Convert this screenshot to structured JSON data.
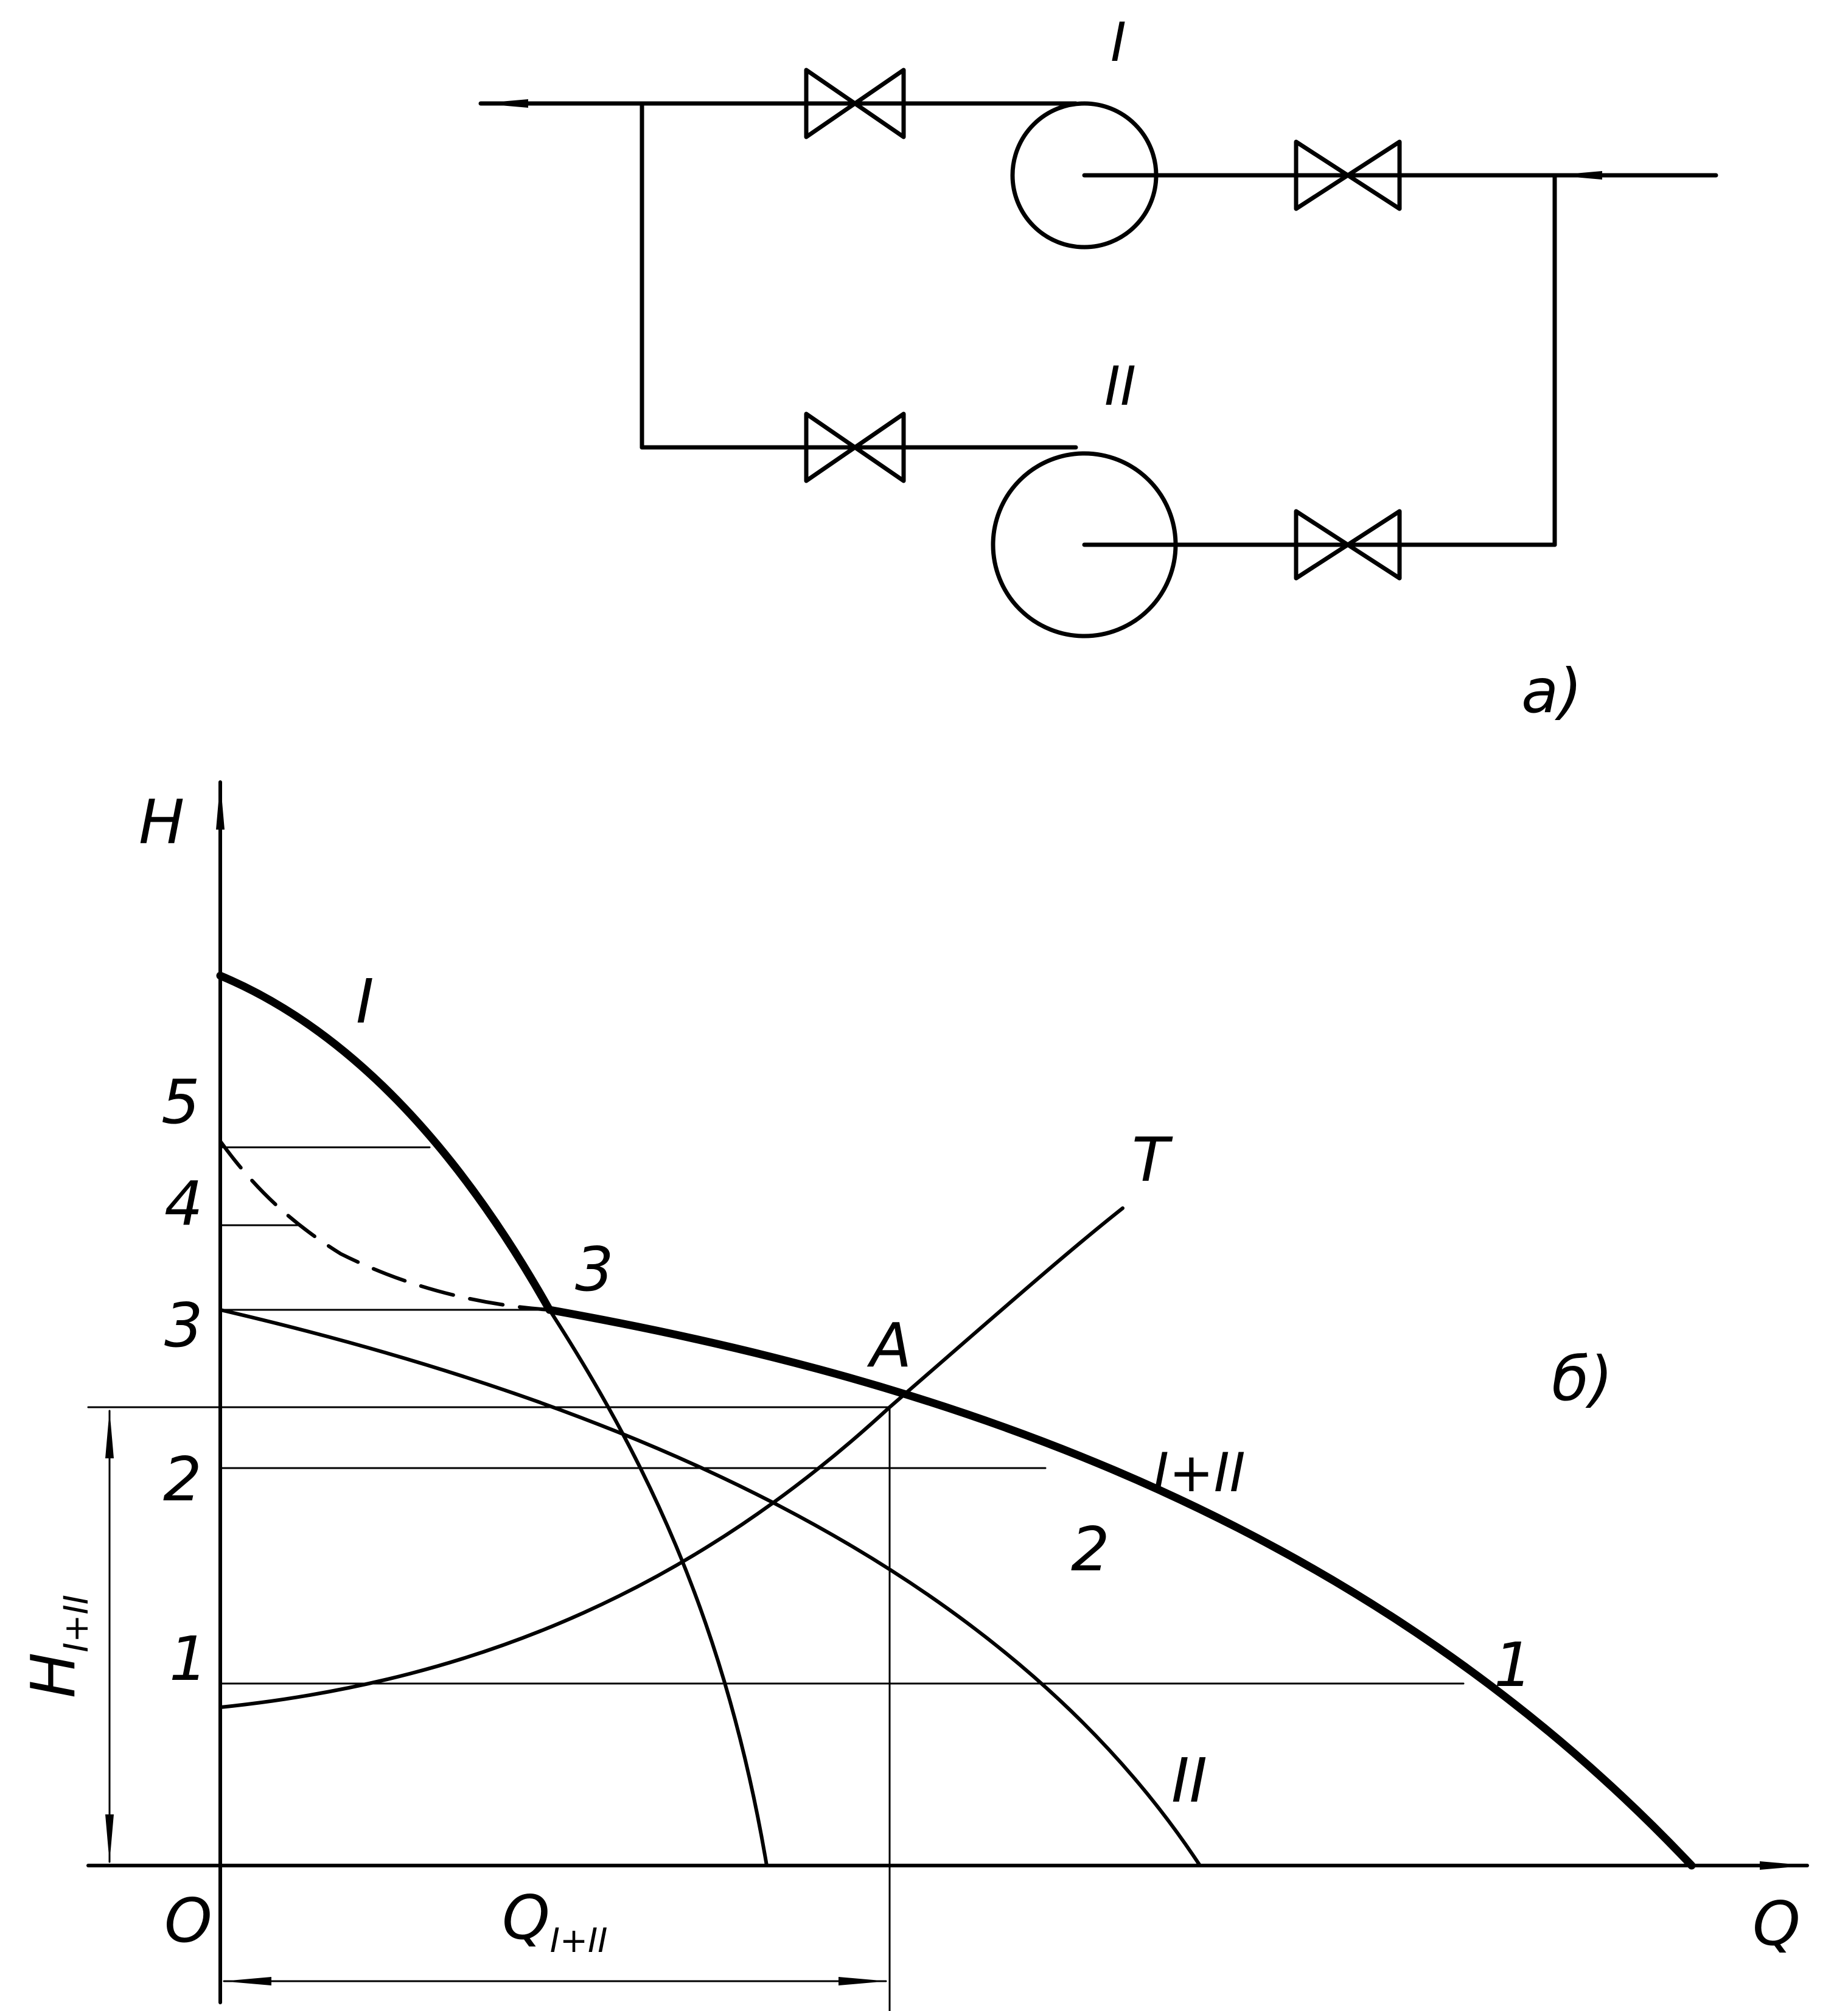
{
  "scheme": {
    "pump_I_label": "I",
    "pump_II_label": "II",
    "caption": "а)"
  },
  "graph": {
    "caption": "б)",
    "axis_y_label": "H",
    "axis_x_label": "Q",
    "origin_label": "O",
    "curve_I_label": "I",
    "curve_II_label": "II",
    "curve_sum_label": "I+II",
    "curve_T_label": "T",
    "point_A_label": "A",
    "point_3_label": "3",
    "point_2_label": "2",
    "point_1_label": "1",
    "tick_labels": [
      "5",
      "4",
      "3",
      "2",
      "1"
    ],
    "dim_H_main": "H",
    "dim_H_sub": "I+II",
    "dim_Q_main": "Q",
    "dim_Q_sub": "I+II"
  }
}
